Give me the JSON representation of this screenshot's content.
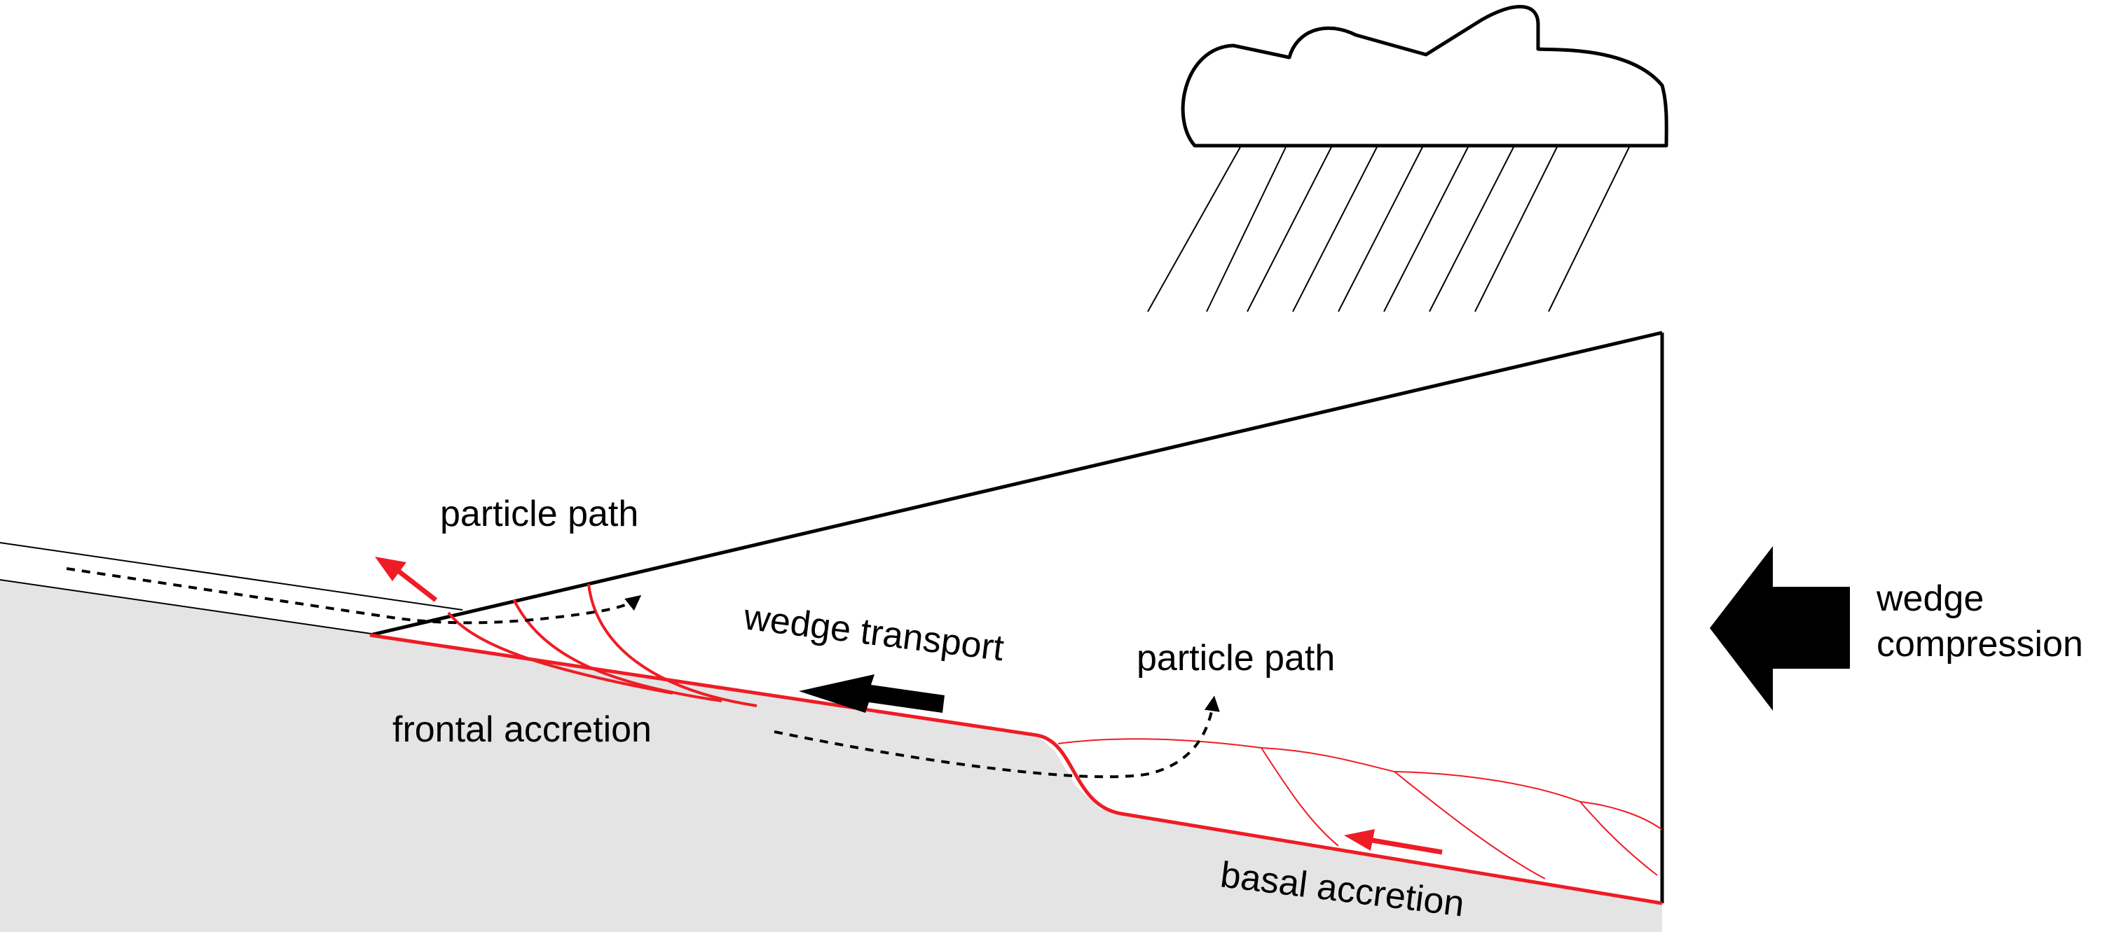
{
  "labels": {
    "particle_path_upper": "particle path",
    "particle_path_lower": "particle path",
    "wedge_transport": "wedge transport",
    "frontal_accretion": "frontal accretion",
    "basal_accretion": "basal accretion",
    "wedge_compression_line1": "wedge",
    "wedge_compression_line2": "compression"
  },
  "colors": {
    "fault": "#ee1c25",
    "substrate": "#e4e4e4",
    "outline": "#000000",
    "background": "#ffffff"
  },
  "icons": [
    "cloud-icon",
    "rain-icon"
  ]
}
